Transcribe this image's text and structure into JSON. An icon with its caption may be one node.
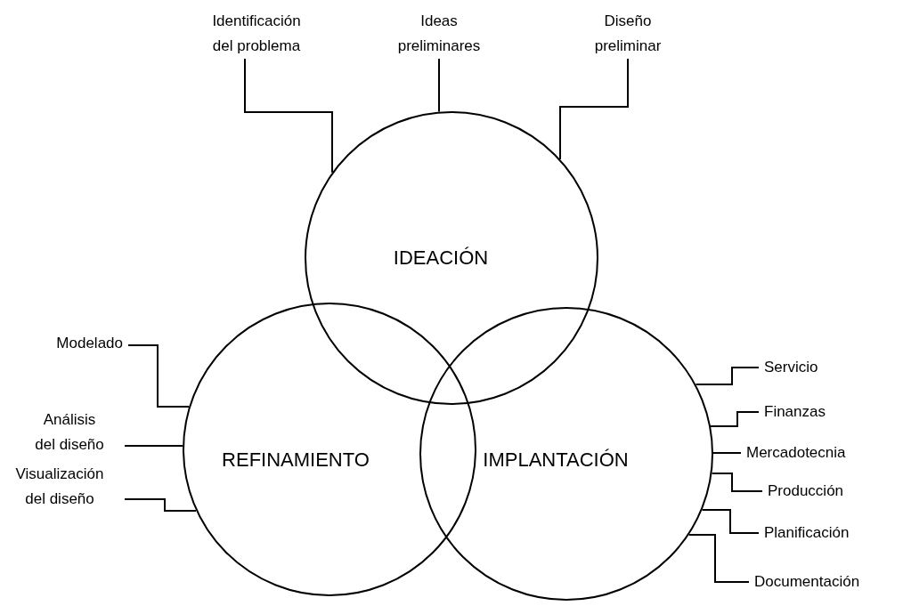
{
  "diagram": {
    "nodes": [
      {
        "text": [
          "IDEACIÓN"
        ]
      },
      {
        "text": [
          "REFINAMIENTO"
        ]
      },
      {
        "text": [
          "IMPLANTACIÓN"
        ]
      },
      {
        "text": [
          "Identificación del problema"
        ]
      },
      {
        "text": [
          "Ideas preliminares"
        ]
      },
      {
        "text": [
          "Diseño preliminar"
        ]
      },
      {
        "text": [
          "Modelado"
        ]
      },
      {
        "text": [
          "Análisis del diseño"
        ]
      },
      {
        "text": [
          "Visualización del diseño"
        ]
      },
      {
        "text": [
          "Servicio"
        ]
      },
      {
        "text": [
          "Finanzas"
        ]
      },
      {
        "text": [
          "Mercadotecnia"
        ]
      },
      {
        "text": [
          "Producción"
        ]
      },
      {
        "text": [
          "Planificación"
        ]
      },
      {
        "text": [
          "Documentación"
        ]
      }
    ],
    "edges": [
      {
        "from": 3,
        "to": 0,
        "arrow": "none"
      },
      {
        "from": 4,
        "to": 0,
        "arrow": "none"
      },
      {
        "from": 5,
        "to": 0,
        "arrow": "none"
      },
      {
        "from": 6,
        "to": 1,
        "arrow": "none"
      },
      {
        "from": 7,
        "to": 1,
        "arrow": "none"
      },
      {
        "from": 8,
        "to": 1,
        "arrow": "none"
      },
      {
        "from": 9,
        "to": 2,
        "arrow": "none"
      },
      {
        "from": 10,
        "to": 2,
        "arrow": "none"
      },
      {
        "from": 11,
        "to": 2,
        "arrow": "none"
      },
      {
        "from": 12,
        "to": 2,
        "arrow": "none"
      },
      {
        "from": 13,
        "to": 2,
        "arrow": "none"
      },
      {
        "from": 14,
        "to": 2,
        "arrow": "none"
      }
    ]
  }
}
